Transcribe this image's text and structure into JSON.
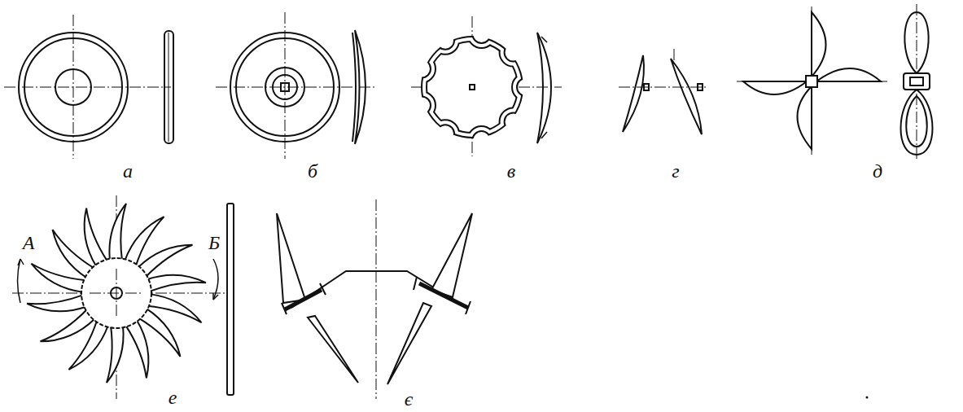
{
  "diagram": {
    "labels": [
      "а",
      "б",
      "в",
      "г",
      "д",
      "е",
      "є",
      "А",
      "Б"
    ]
  }
}
